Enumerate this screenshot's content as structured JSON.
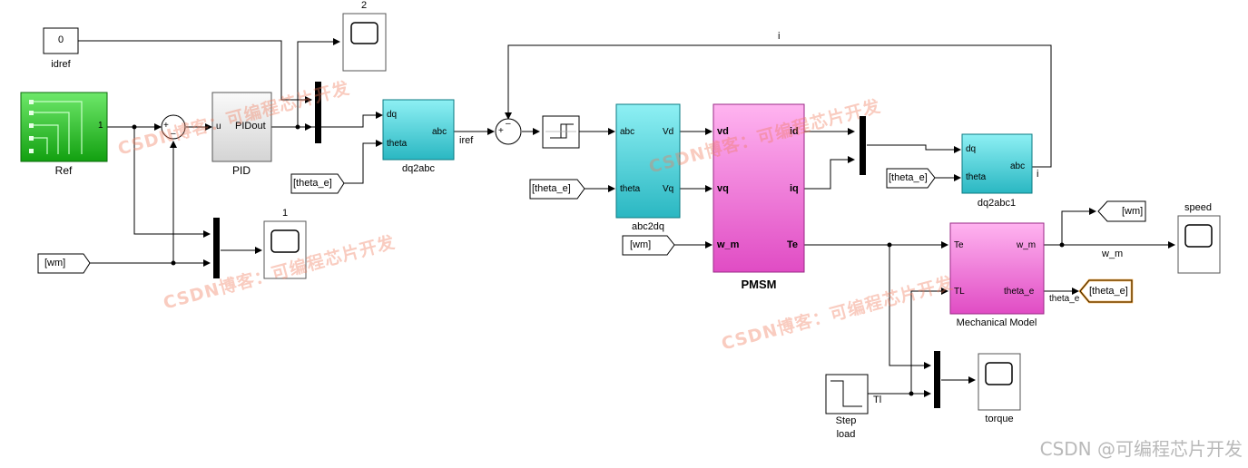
{
  "colors": {
    "cyan_block": "#52d0d8",
    "magenta_block": "#ee6cd4",
    "green_block": "#22b61c",
    "highlight": "#f0a030"
  },
  "blocks": {
    "const_idref": {
      "value": "0",
      "label": "idref"
    },
    "ref": {
      "label": "Ref",
      "port_out": "1"
    },
    "pid": {
      "label": "PID",
      "port_in": "u",
      "port_out": "PIDout"
    },
    "scope2": {
      "label": "2"
    },
    "scope1": {
      "label": "1"
    },
    "dq2abc": {
      "label": "dq2abc",
      "in1": "dq",
      "in2": "theta",
      "out": "abc"
    },
    "goto_theta_in1": {
      "text": "[theta_e]"
    },
    "from_wm_left": {
      "text": "[wm]"
    },
    "relay": {},
    "abc2dq": {
      "label": "abc2dq",
      "in1": "abc",
      "in2": "theta",
      "out1": "Vd",
      "out2": "Vq"
    },
    "from_theta_abc2dq": {
      "text": "[theta_e]"
    },
    "from_wm_pmsm": {
      "text": "[wm]"
    },
    "pmsm": {
      "label": "PMSM",
      "in1": "vd",
      "in2": "vq",
      "in3": "w_m",
      "out1": "id",
      "out2": "iq",
      "out3": "Te"
    },
    "dq2abc1": {
      "label": "dq2abc1",
      "in1": "dq",
      "in2": "theta",
      "out": "abc"
    },
    "from_theta_dq2abc1": {
      "text": "[theta_e]"
    },
    "goto_wm": {
      "text": "[wm]"
    },
    "speed_scope": {
      "label": "speed"
    },
    "mech": {
      "label": "Mechanical Model",
      "in1": "Te",
      "in2": "TL",
      "out1": "w_m",
      "out2": "theta_e"
    },
    "goto_theta": {
      "text": "[theta_e]"
    },
    "step": {
      "label_line1": "Step",
      "label_line2": "load"
    },
    "torque_scope": {
      "label": "torque"
    }
  },
  "signals": {
    "iref": "iref",
    "i_top": "i",
    "i_out": "i",
    "w_m": "w_m",
    "theta_e": "theta_e",
    "tl": "Tl",
    "plus1": "+",
    "minus1": "–",
    "plus2": "+",
    "minus2": "–"
  },
  "watermarks": [
    "CSDN博客：可编程芯片开发",
    "CSDN博客：可编程芯片开发",
    "CSDN博客：可编程芯片开发",
    "CSDN博客：可编程芯片开发"
  ],
  "credit": "CSDN @可编程芯片开发"
}
